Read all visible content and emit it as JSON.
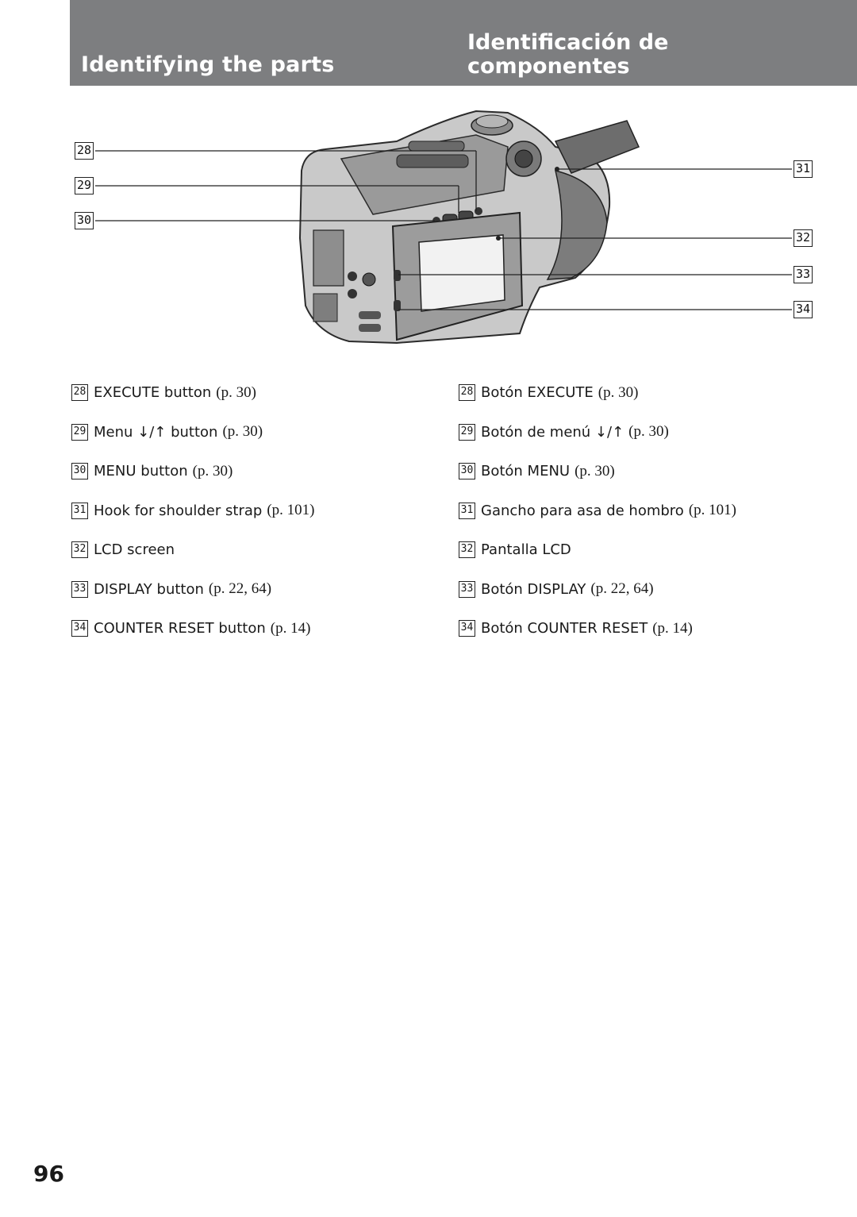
{
  "header": {
    "title_en": "Identifying the parts",
    "title_es_line1": "Identificación de",
    "title_es_line2": "componentes"
  },
  "diagram": {
    "callouts_left": [
      "28",
      "29",
      "30"
    ],
    "callouts_right": [
      "31",
      "32",
      "33",
      "34"
    ]
  },
  "items_en": [
    {
      "num": "28",
      "label": "EXECUTE button",
      "ref": "(p. 30)"
    },
    {
      "num": "29",
      "label": "Menu ↓/↑ button",
      "ref": "(p. 30)"
    },
    {
      "num": "30",
      "label": "MENU button",
      "ref": "(p. 30)"
    },
    {
      "num": "31",
      "label": "Hook for shoulder strap",
      "ref": "(p. 101)"
    },
    {
      "num": "32",
      "label": "LCD screen",
      "ref": ""
    },
    {
      "num": "33",
      "label": "DISPLAY button",
      "ref": "(p. 22, 64)"
    },
    {
      "num": "34",
      "label": "COUNTER RESET button",
      "ref": "(p. 14)"
    }
  ],
  "items_es": [
    {
      "num": "28",
      "label": "Botón EXECUTE",
      "ref": "(p. 30)"
    },
    {
      "num": "29",
      "label": "Botón de menú ↓/↑",
      "ref": "(p. 30)"
    },
    {
      "num": "30",
      "label": "Botón MENU",
      "ref": "(p. 30)"
    },
    {
      "num": "31",
      "label": "Gancho para asa de hombro",
      "ref": "(p. 101)"
    },
    {
      "num": "32",
      "label": "Pantalla LCD",
      "ref": ""
    },
    {
      "num": "33",
      "label": "Botón DISPLAY",
      "ref": "(p. 22, 64)"
    },
    {
      "num": "34",
      "label": "Botón COUNTER RESET",
      "ref": "(p. 14)"
    }
  ],
  "page_number": "96"
}
